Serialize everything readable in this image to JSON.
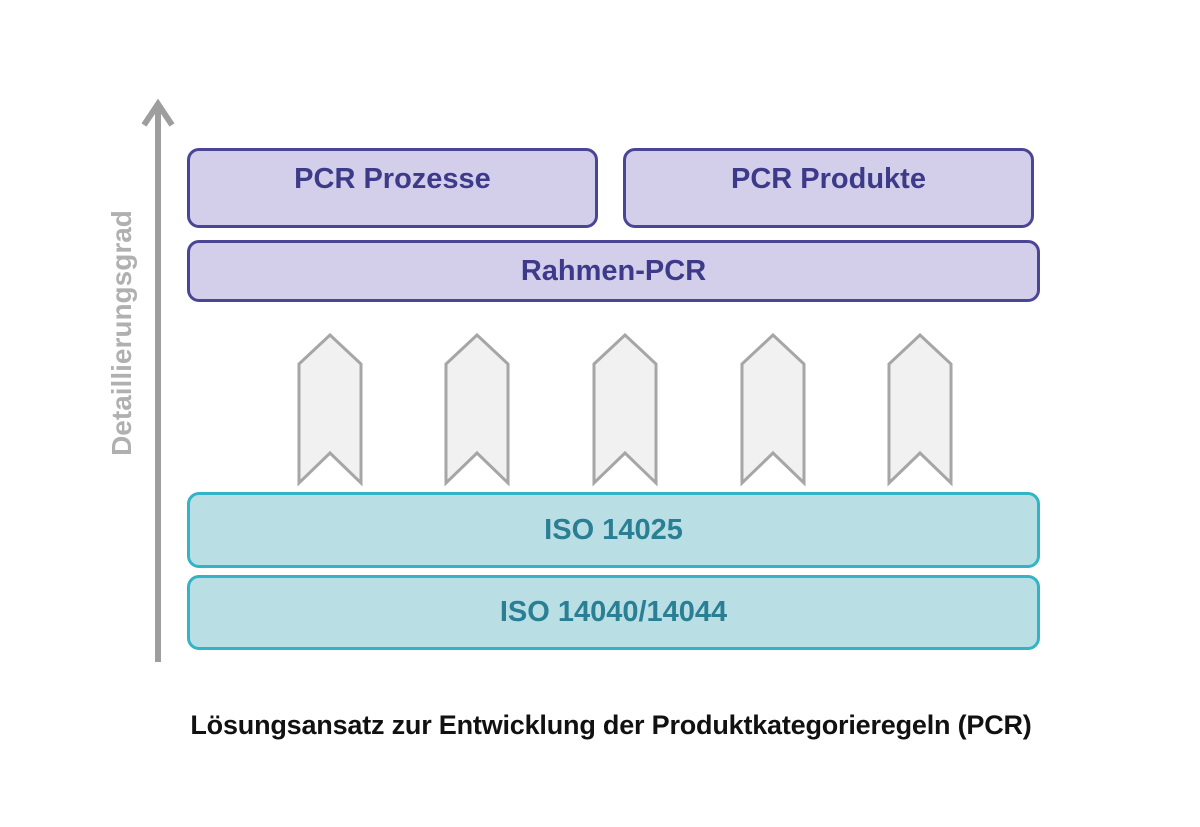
{
  "diagram": {
    "axis_label": "Detaillierungsgrad",
    "pcr_boxes": [
      "PCR Prozesse",
      "PCR Produkte"
    ],
    "framework_box": "Rahmen-PCR",
    "iso_boxes": [
      "ISO 14025",
      "ISO 14040/14044"
    ],
    "chevron_count": 5,
    "caption": "Lösungsansatz zur Entwicklung der Produktkategorieregeln (PCR)"
  },
  "colors": {
    "purple_fill": "#d3cfea",
    "purple_border": "#4b4596",
    "purple_text": "#3d3a8a",
    "teal_fill": "#b9dfe4",
    "teal_border": "#33b3c6",
    "teal_text": "#2a7f95",
    "arrow_gray": "#9e9e9e",
    "chevron_fill": "#f1f1f1"
  }
}
